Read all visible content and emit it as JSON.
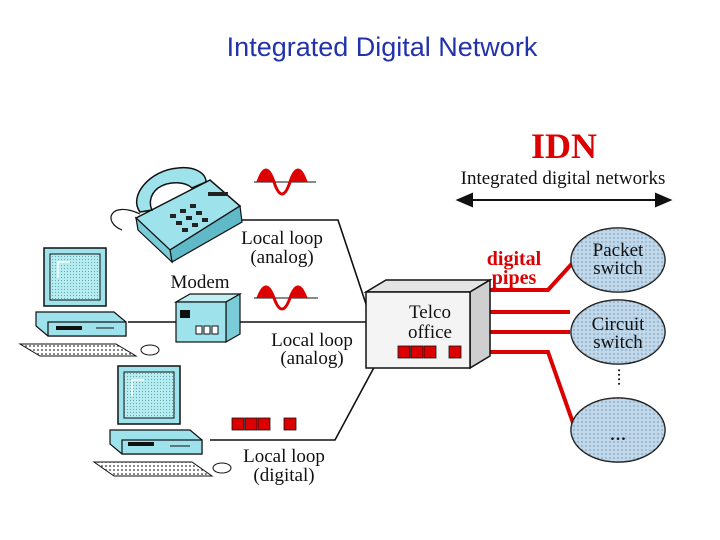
{
  "slide": {
    "title": "Integrated Digital Network"
  },
  "diagram": {
    "idn_heading": "IDN",
    "idn_subtitle": "Integrated digital networks",
    "digital_pipes_line1": "digital",
    "digital_pipes_line2": "pipes",
    "telco_line1": "Telco",
    "telco_line2": "office",
    "modem_label": "Modem",
    "local_loop_phone_line1": "Local loop",
    "local_loop_phone_line2": "(analog)",
    "local_loop_modem_line1": "Local loop",
    "local_loop_modem_line2": "(analog)",
    "local_loop_digital_line1": "Local loop",
    "local_loop_digital_line2": "(digital)",
    "packet_switch_line1": "Packet",
    "packet_switch_line2": "switch",
    "circuit_switch_line1": "Circuit",
    "circuit_switch_line2": "switch",
    "more_switches": "...",
    "vertical_ellipsis": "...."
  },
  "colors": {
    "title": "#2233aa",
    "signal_red": "#dd0000",
    "device_cyan": "#9ee3ec",
    "switch_blue": "#a9cbe6"
  }
}
